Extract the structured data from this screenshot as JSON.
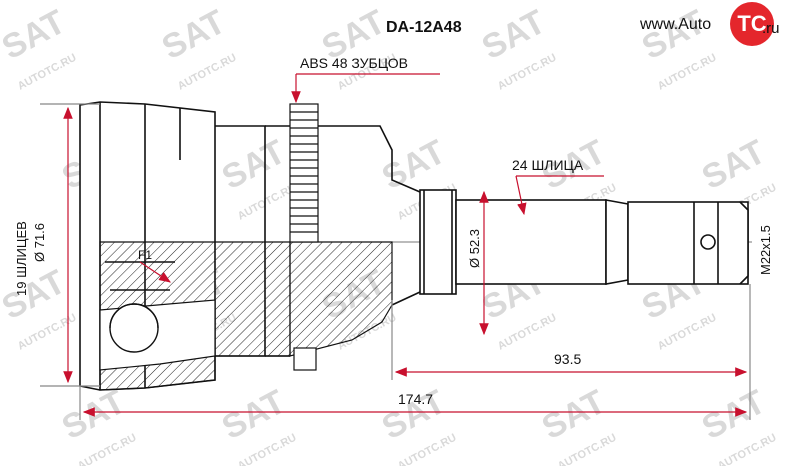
{
  "part_number": "DA-12A48",
  "abs_label": "ABS 48 ЗУБЦОВ",
  "spline_label": "24 ШЛИЦА",
  "thread_label": "M22x1.5",
  "inner_diameter_label": "Ø 52.3",
  "outer_diameter_label": "Ø 71.6",
  "outer_spline_label": "19 ШЛИЦЕВ",
  "f1_label": "F1",
  "dim_shaft_length": "93.5",
  "dim_total_length": "174.7",
  "watermark_brand": "SAT",
  "watermark_site": "AUTOTC.RU",
  "logo": {
    "site_prefix": "www.Auto",
    "badge_text": "TC",
    "site_suffix": ".ru",
    "accent_color": "#e4262c"
  }
}
